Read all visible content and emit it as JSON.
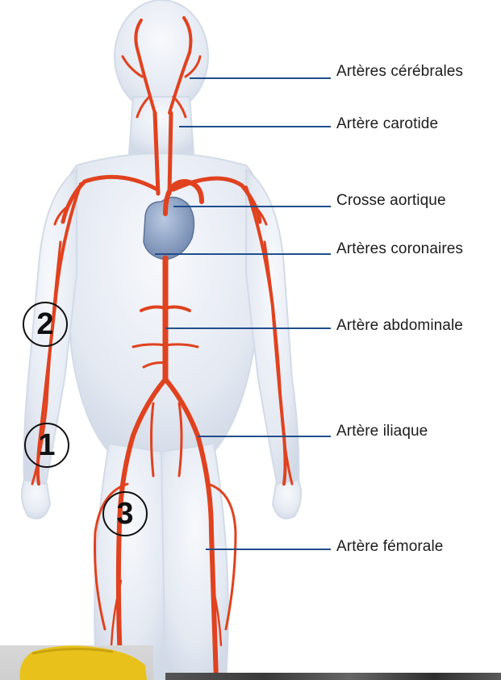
{
  "labels": {
    "arteres_cerebrales": "Artères cérébrales",
    "artere_carotide": "Artère carotide",
    "crosse_aortique": "Crosse aortique",
    "arteres_coronaires": "Artères coronaires",
    "artere_abdominale": "Artère abdominale",
    "artere_iliaque": "Artère iliaque",
    "artere_femorale": "Artère fémorale"
  },
  "markers": {
    "m1": "1",
    "m2": "2",
    "m3": "3"
  },
  "colors": {
    "artery": "#e0421f",
    "leader_line": "#1f4e8c",
    "heart": "#8fa6c8",
    "body": "#e6ebf3"
  }
}
